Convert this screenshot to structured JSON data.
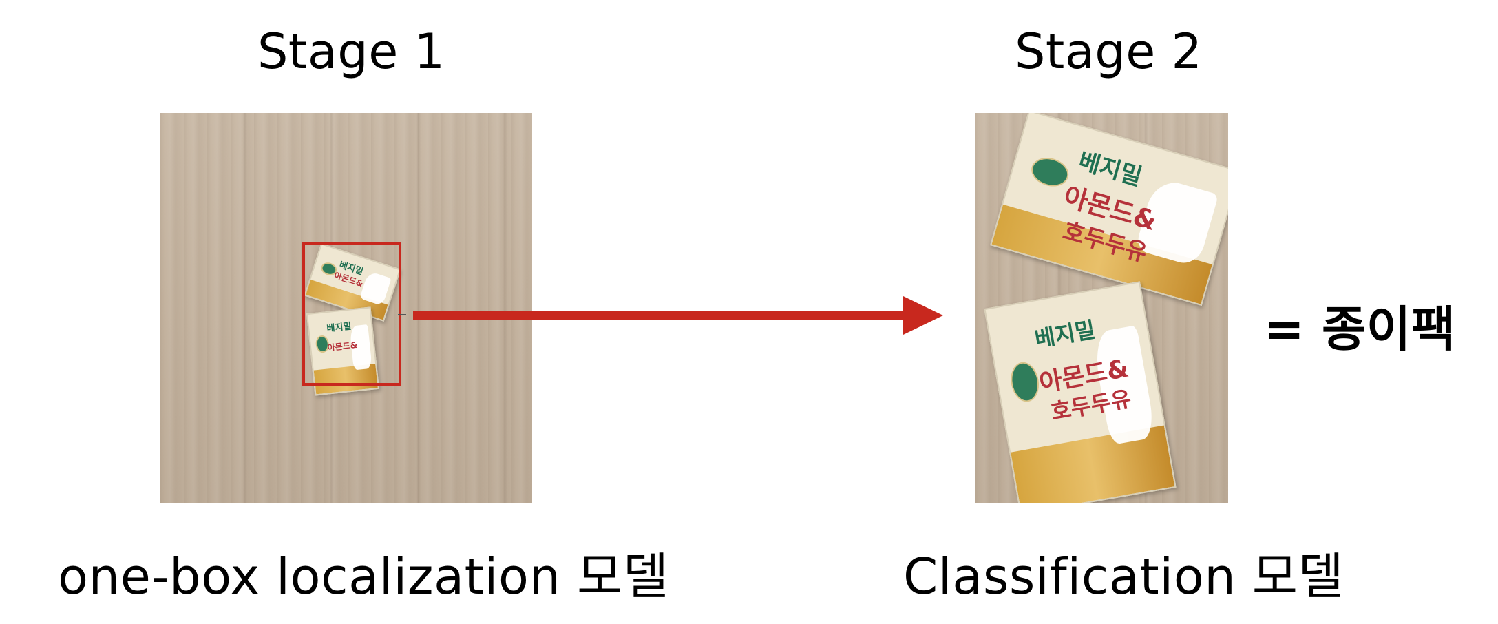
{
  "stage1": {
    "title": "Stage 1",
    "caption": "one-box localization 모델"
  },
  "stage2": {
    "title": "Stage 2",
    "caption": "Classification 모델",
    "result": "= 종이팩"
  },
  "carton": {
    "brand": "베지밀",
    "product_line1": "아몬드&",
    "product_line2": "호두두유"
  },
  "colors": {
    "bbox": "#c8281e",
    "arrow": "#c8281e",
    "text": "#000000"
  }
}
